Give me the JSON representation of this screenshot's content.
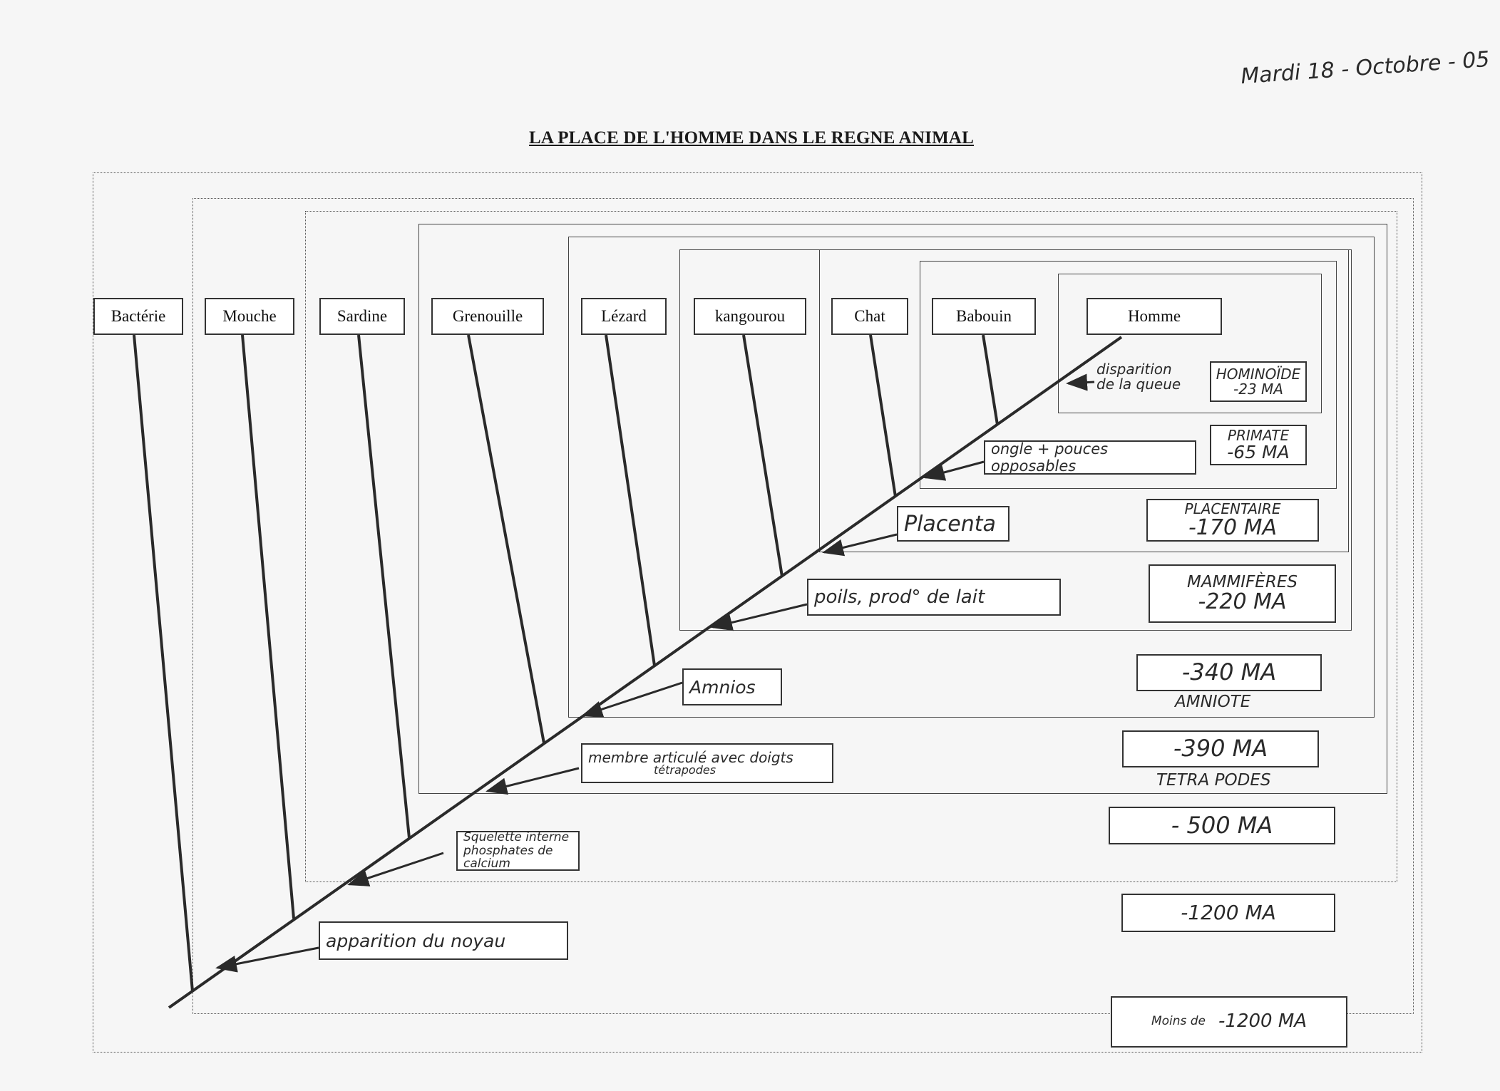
{
  "header": {
    "date": "Mardi 18 - Octobre - 05",
    "title": "LA PLACE DE L'HOMME DANS LE REGNE ANIMAL"
  },
  "taxa": [
    "Bactérie",
    "Mouche",
    "Sardine",
    "Grenouille",
    "Lézard",
    "kangourou",
    "Chat",
    "Babouin",
    "Homme"
  ],
  "characters": {
    "queue": "disparition de la queue",
    "ongles": "ongle + pouces opposables",
    "placenta": "Placenta",
    "poils": "poils, prod° de lait",
    "amnios": "Amnios",
    "membre": "membre articulé avec doigts",
    "membre_sub": "tétrapodes",
    "squelette": "Squelette interne",
    "squelette_sub": "phosphates de calcium",
    "noyau": "apparition du noyau"
  },
  "ages": {
    "hominoide_name": "HOMINOÏDE",
    "hominoide_age": "-23 MA",
    "primate_name": "PRIMATE",
    "primate_age": "-65 MA",
    "placentaire_name": "PLACENTAIRE",
    "placentaire_age": "-170 MA",
    "mammiferes_name": "MAMMIFÈRES",
    "mammiferes_age": "-220 MA",
    "amniote_age": "-340 MA",
    "amniote_name": "AMNIOTE",
    "tetrapodes_age": "-390 MA",
    "tetrapodes_name": "TETRA PODES",
    "age_500": "- 500 MA",
    "age_1200": "-1200 MA",
    "moins": "Moins de",
    "age_moins": "-1200 MA"
  }
}
